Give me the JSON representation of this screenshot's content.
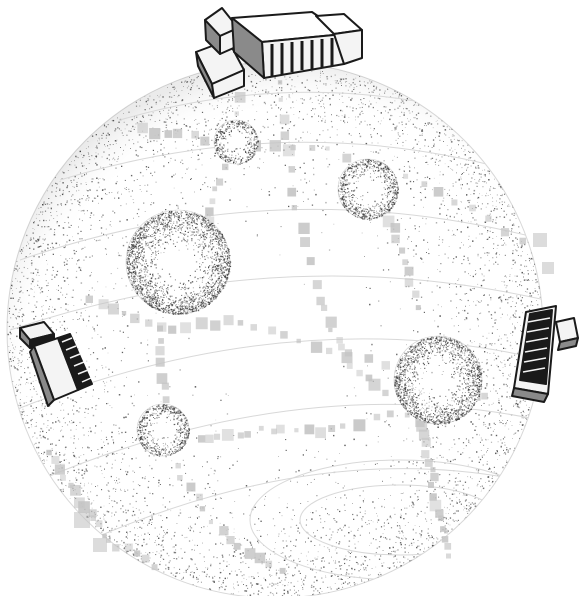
{
  "scene": {
    "subject": "planet-with-buildings",
    "colors": {
      "background": "#ffffff",
      "stipple": "#3a3a3a",
      "grid_line": "#d8d8d8",
      "square_marker": "#c4c4c4",
      "building_dark": "#1a1a1a",
      "building_light": "#f4f4f4",
      "building_shade": "#8a8a8a"
    },
    "counts": {
      "spheres": 5,
      "buildings": 3
    }
  }
}
